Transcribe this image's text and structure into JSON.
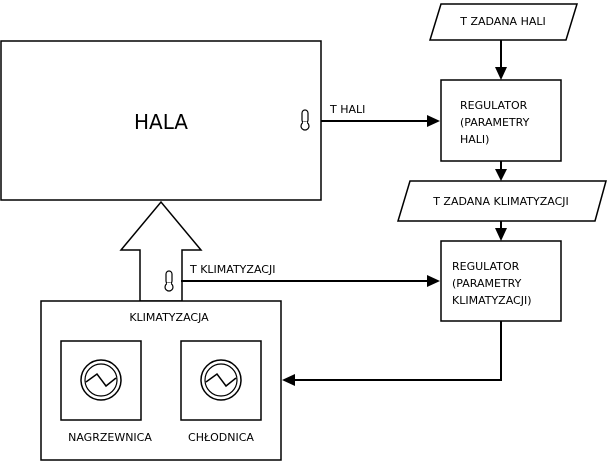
{
  "hall": {
    "label": "HALA"
  },
  "hall_setpoint": {
    "label": "T ZADANA HALI"
  },
  "hall_regulator": {
    "lines": [
      "REGULATOR",
      "(PARAMETRY",
      "HALI)"
    ]
  },
  "hall_temp": {
    "label": "T HALI"
  },
  "ac_setpoint": {
    "label": "T ZADANA KLIMATYZACJI"
  },
  "ac_regulator": {
    "lines": [
      "REGULATOR",
      "(PARAMETRY",
      "KLIMATYZACJI)"
    ]
  },
  "ac_temp": {
    "label": "T KLIMATYZACJI"
  },
  "ac_unit": {
    "label": "KLIMATYZACJA",
    "heater": {
      "label": "NAGRZEWNICA"
    },
    "cooler": {
      "label": "CHŁODNICA"
    }
  },
  "icons": {
    "thermometer": "thermometer-icon",
    "heat_exchanger": "heat-exchanger-icon"
  }
}
